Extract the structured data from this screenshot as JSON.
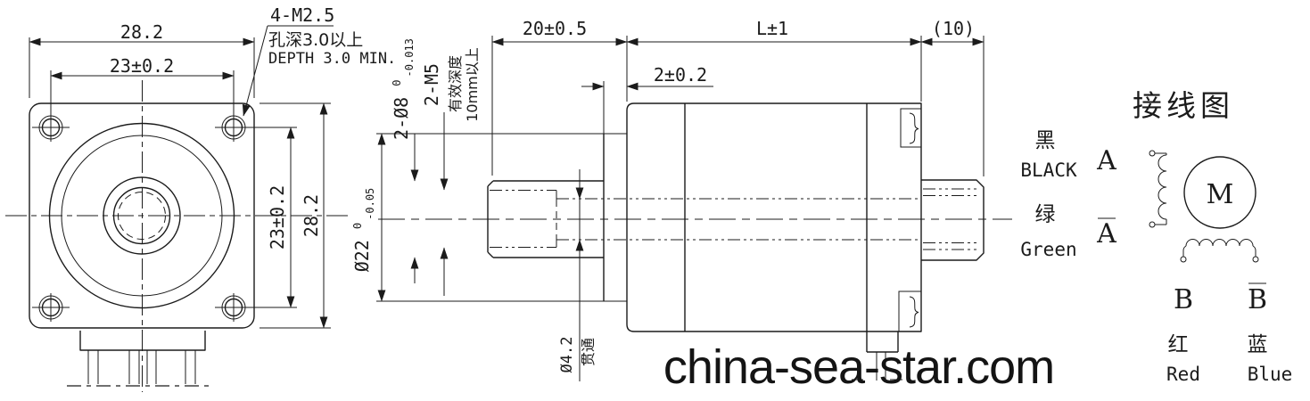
{
  "watermark": "china-sea-star.com",
  "front_view": {
    "dim_width_outer": "28.2",
    "dim_width_holes": "23±0.2",
    "dim_height_holes": "23±0.2",
    "dim_height_outer": "28.2",
    "note_line1": "4-M2.5",
    "note_line2": "孔深3.0以上",
    "note_line3": "DEPTH 3.0 MIN."
  },
  "side_view": {
    "dim_shaft_len": "20±0.5",
    "dim_body_len": "L±1",
    "dim_rear_shaft": "(10)",
    "dim_boss_len": "2±0.2",
    "shaft_dia": {
      "main": "2-Ø8",
      "tol_upper": "0",
      "tol_lower": "-0.013"
    },
    "thread": "2-M5",
    "thread_note1": "有效深度",
    "thread_note2": "10mm以上",
    "boss_dia": {
      "main": "Ø22",
      "tol_upper": "0",
      "tol_lower": "-0.05"
    },
    "hole_dia": "Ø4.2",
    "hole_note": "贯通"
  },
  "wiring": {
    "title": "接线图",
    "phase_a": {
      "cn": "黑",
      "en": "BLACK",
      "label": "A"
    },
    "phase_a_bar": {
      "cn": "绿",
      "en": "Green",
      "label": "A"
    },
    "phase_b": {
      "cn": "红",
      "en": "Red",
      "label": "B"
    },
    "phase_b_bar": {
      "cn": "蓝",
      "en": "Blue",
      "label": "B"
    },
    "motor_symbol": "M"
  }
}
